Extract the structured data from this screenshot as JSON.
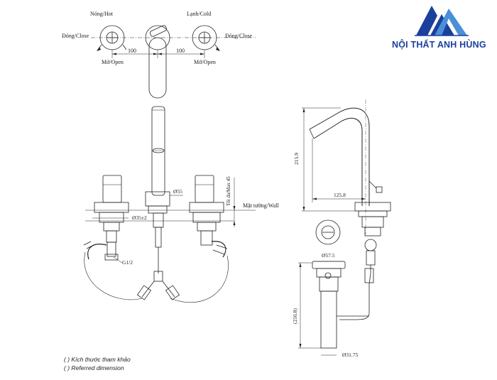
{
  "brand": {
    "name": "NỘI THẤT ANH HÙNG",
    "logo_icon": "double-mountain-logo-icon",
    "colors": {
      "primary": "#1b3f9c",
      "secondary": "#4a90d9"
    }
  },
  "top_view": {
    "hot_label": "Nóng/Hot",
    "cold_label": "Lạnh/Cold",
    "close_left": "Đóng/Close",
    "close_right": "Đóng/Close",
    "open_left": "Mở/Open",
    "open_right": "Mở/Open",
    "spacing_left": "100",
    "spacing_right": "100"
  },
  "front_view": {
    "dia_spout_base": "Ø55",
    "max_thickness": "Tối đa/Max 45",
    "wall_label": "Mặt tường/Wall",
    "dia_hole": "Ø35±2",
    "thread": "G1/2"
  },
  "side_view": {
    "height": "215.9",
    "reach": "125.8",
    "dia_drain": "Ø57.5",
    "drain_length": "(216.8)",
    "dia_drain_pipe": "Ø31.75"
  },
  "notes": {
    "reference_vi": "( ) Kích thước tham khảo",
    "reference_en": "( ) Referred dimension"
  }
}
